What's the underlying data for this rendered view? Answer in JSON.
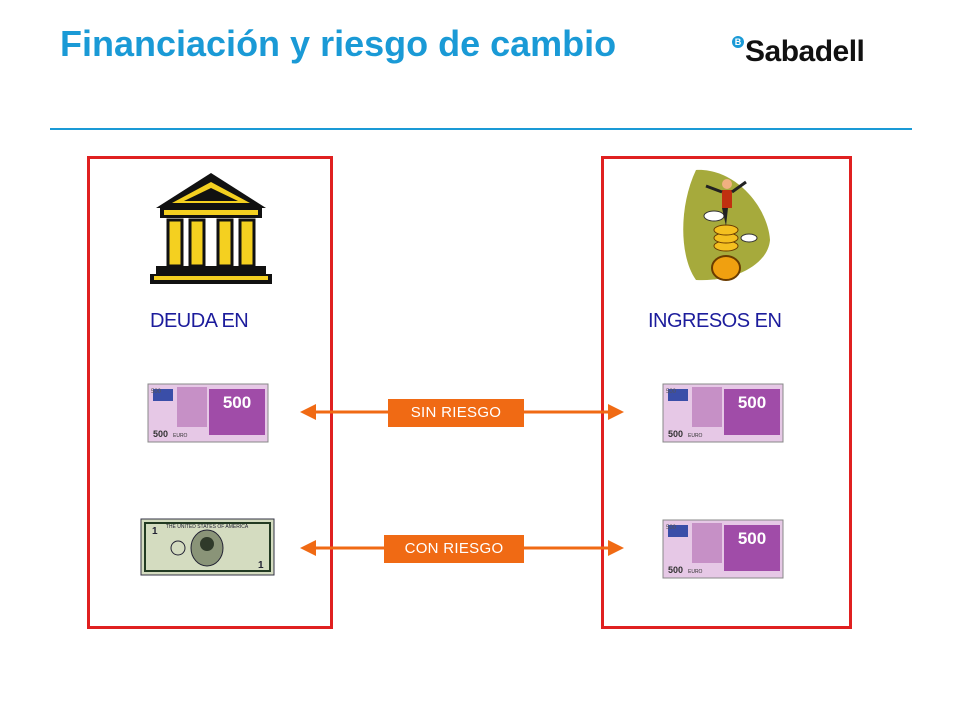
{
  "header": {
    "title": "Financiación y riesgo de cambio"
  },
  "logo": {
    "mark": "B",
    "text": "Sabadell"
  },
  "left_panel": {
    "label": "DEUDA EN"
  },
  "right_panel": {
    "label": "INGRESOS EN"
  },
  "banknotes": {
    "euro": {
      "value": "500",
      "currency": "EURO"
    },
    "dollar": {
      "value": "1",
      "header": "THE UNITED STATES OF AMERICA"
    }
  },
  "links": [
    {
      "label": "SIN RIESGO"
    },
    {
      "label": "CON RIESGO"
    }
  ],
  "colors": {
    "title": "#1a9ad6",
    "panel_border": "#e02020",
    "arrow": "#f06a14",
    "label": "#1c1c9c"
  }
}
